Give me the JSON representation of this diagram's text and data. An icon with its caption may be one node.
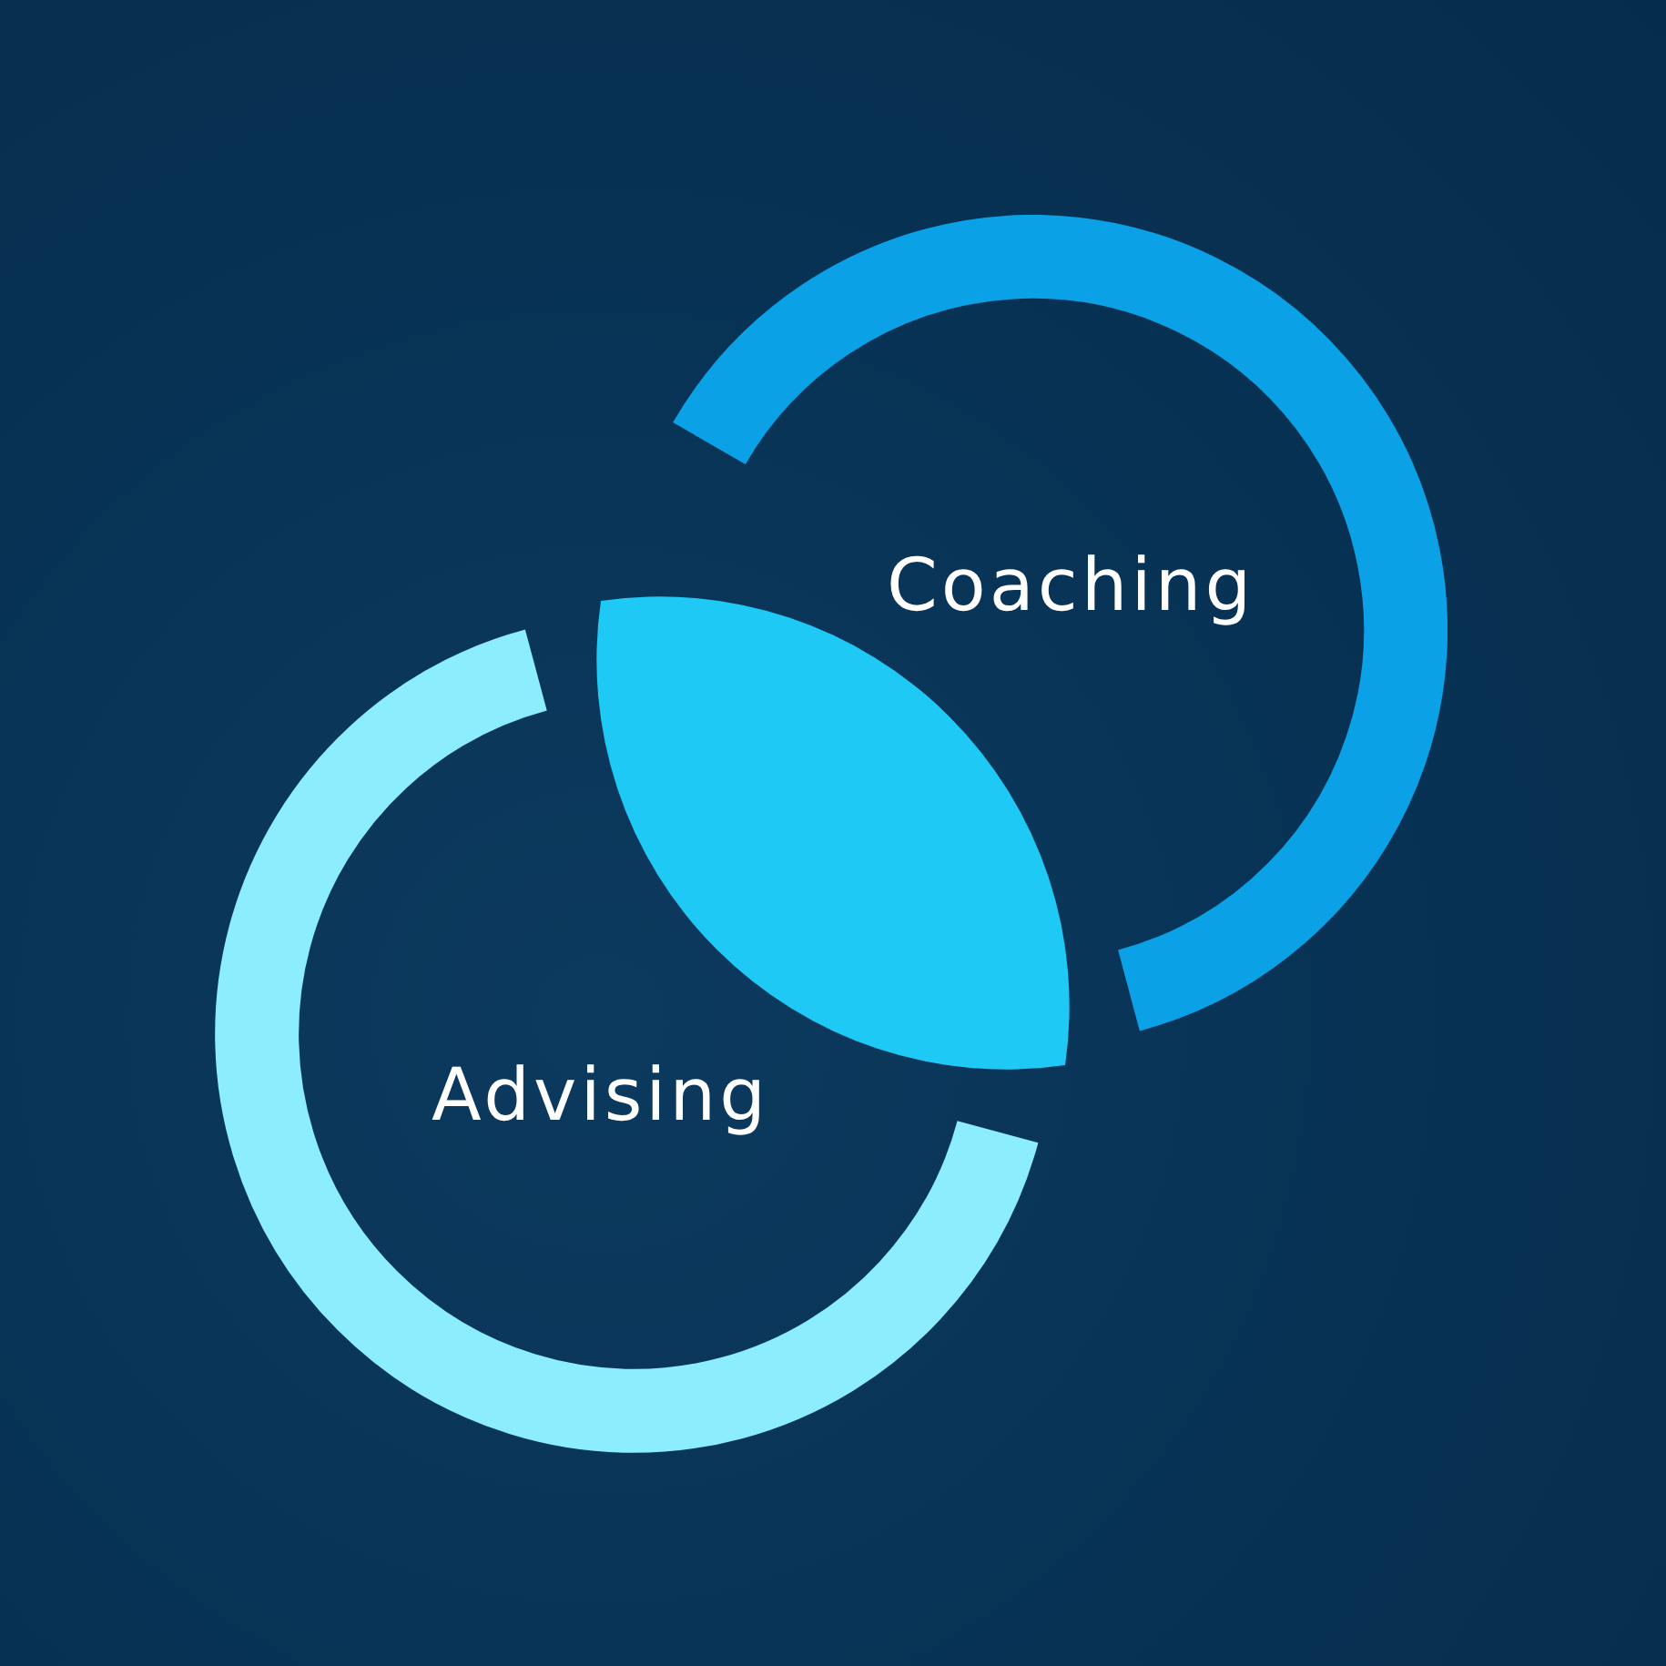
{
  "diagram": {
    "nodes": [
      {
        "text": [
          "Coaching"
        ]
      },
      {
        "text": [],
        "shape": "lens"
      },
      {
        "text": [
          "Advising"
        ]
      }
    ]
  }
}
